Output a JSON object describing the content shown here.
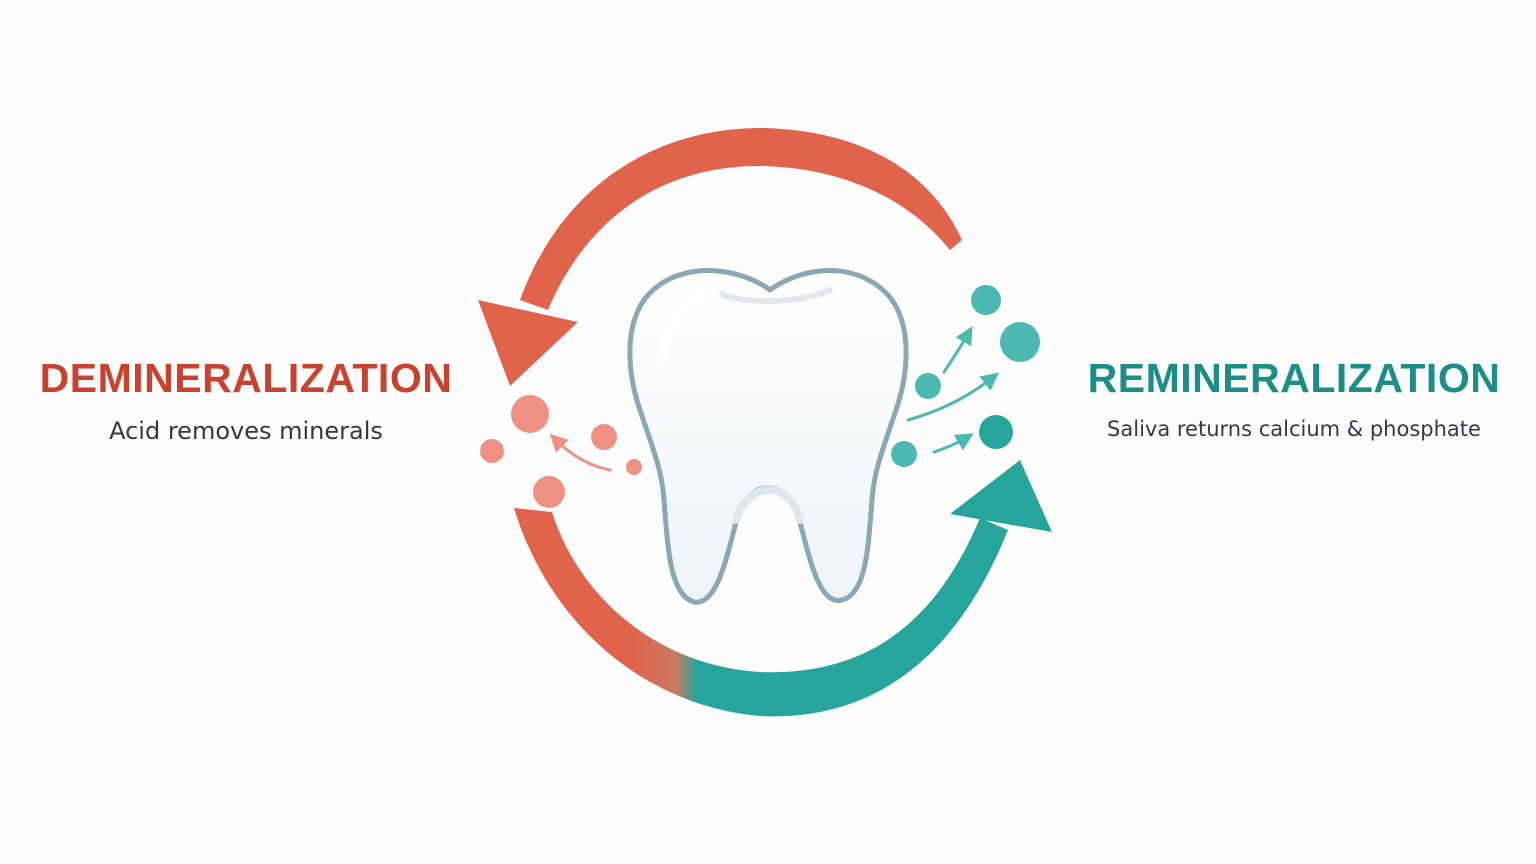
{
  "left": {
    "title": "DEMINERALIZATION",
    "subtitle": "Acid removes minerals",
    "color": "#c8432e"
  },
  "right": {
    "title": "REMINERALIZATION",
    "subtitle": "Saliva returns calcium & phosphate",
    "color": "#1b8f87"
  },
  "colors": {
    "demineral_arrow": "#e0634c",
    "remineral_arrow": "#27a49b",
    "demineral_particles": "#ee9182",
    "remineral_particles": "#4bb9b1",
    "tooth_outline": "#8aa7b5"
  },
  "icons": {
    "center": "tooth-icon"
  }
}
